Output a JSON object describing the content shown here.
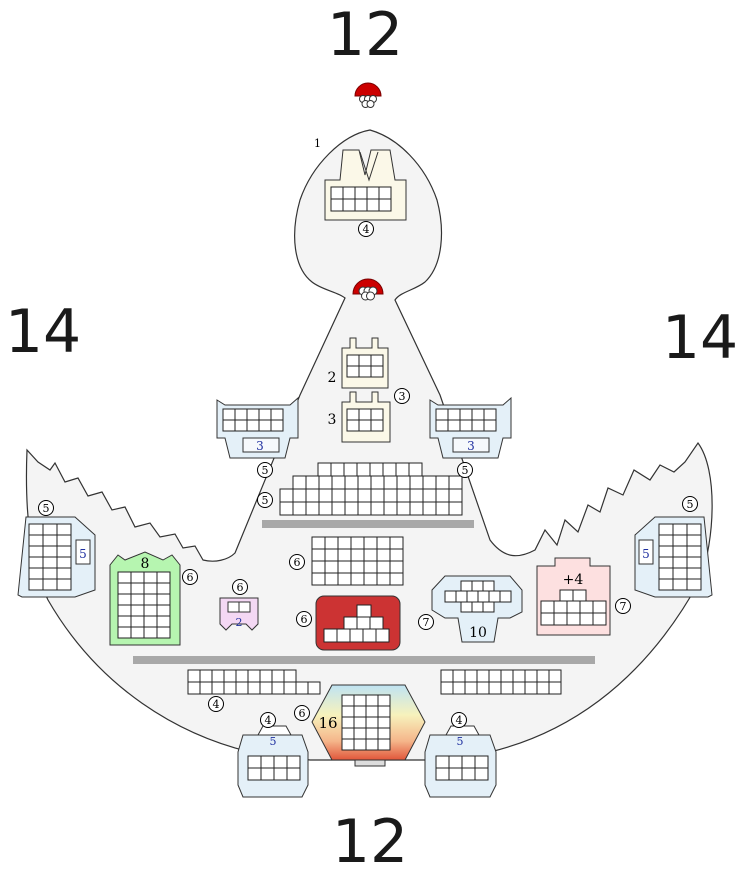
{
  "side_totals": {
    "top": "12",
    "left": "14",
    "right": "14",
    "bottom": "12"
  },
  "bow_label": "1",
  "circled": {
    "c1": "4",
    "c2": "3",
    "c3": "5",
    "c4": "5",
    "c5": "5",
    "c6": "5",
    "c7": "5",
    "c8": "6",
    "c9": "6",
    "c10": "6",
    "c11": "6",
    "c12": "7",
    "c13": "7",
    "c14": "4",
    "c15": "4",
    "c16": "6",
    "c17": "4"
  },
  "block_labels": {
    "tower_upper": "2",
    "tower_lower": "3",
    "turret_left": "3",
    "turret_right": "3",
    "wing_left": "5",
    "wing_right": "5",
    "green": "8",
    "purple": "2",
    "blue": "10",
    "pink": "+4",
    "gradient": "16",
    "aft_left": "5",
    "aft_right": "5"
  },
  "colors": {
    "hull": "#f4f4f4",
    "hull_stroke": "#333333",
    "beige": "#fbf8e8",
    "ice": "#e4f0f8",
    "green": "#b6f5b0",
    "purple": "#f4d8f4",
    "red": "#cc3333",
    "pink": "#fde0e0",
    "bar": "#a8a8a8",
    "bridge": "#cc0000"
  }
}
